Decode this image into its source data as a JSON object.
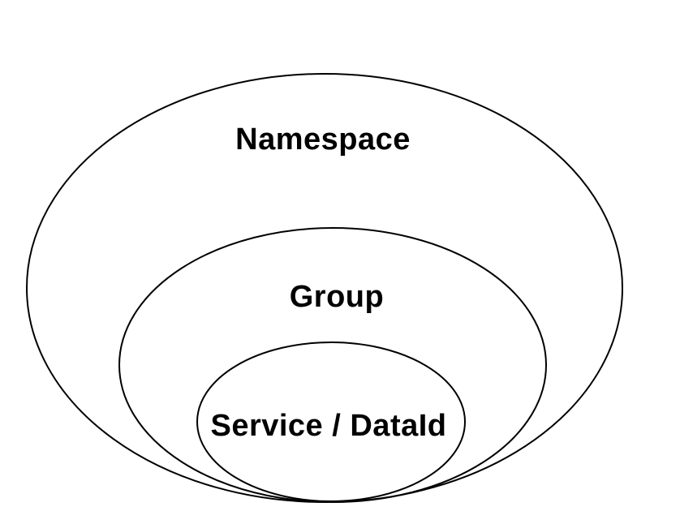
{
  "diagram": {
    "type": "nested-ellipses",
    "levels": [
      {
        "label": "Namespace"
      },
      {
        "label": "Group"
      },
      {
        "label": "Service / DataId"
      }
    ],
    "colors": {
      "stroke": "#000000",
      "text": "#000000",
      "background": "#ffffff"
    }
  }
}
